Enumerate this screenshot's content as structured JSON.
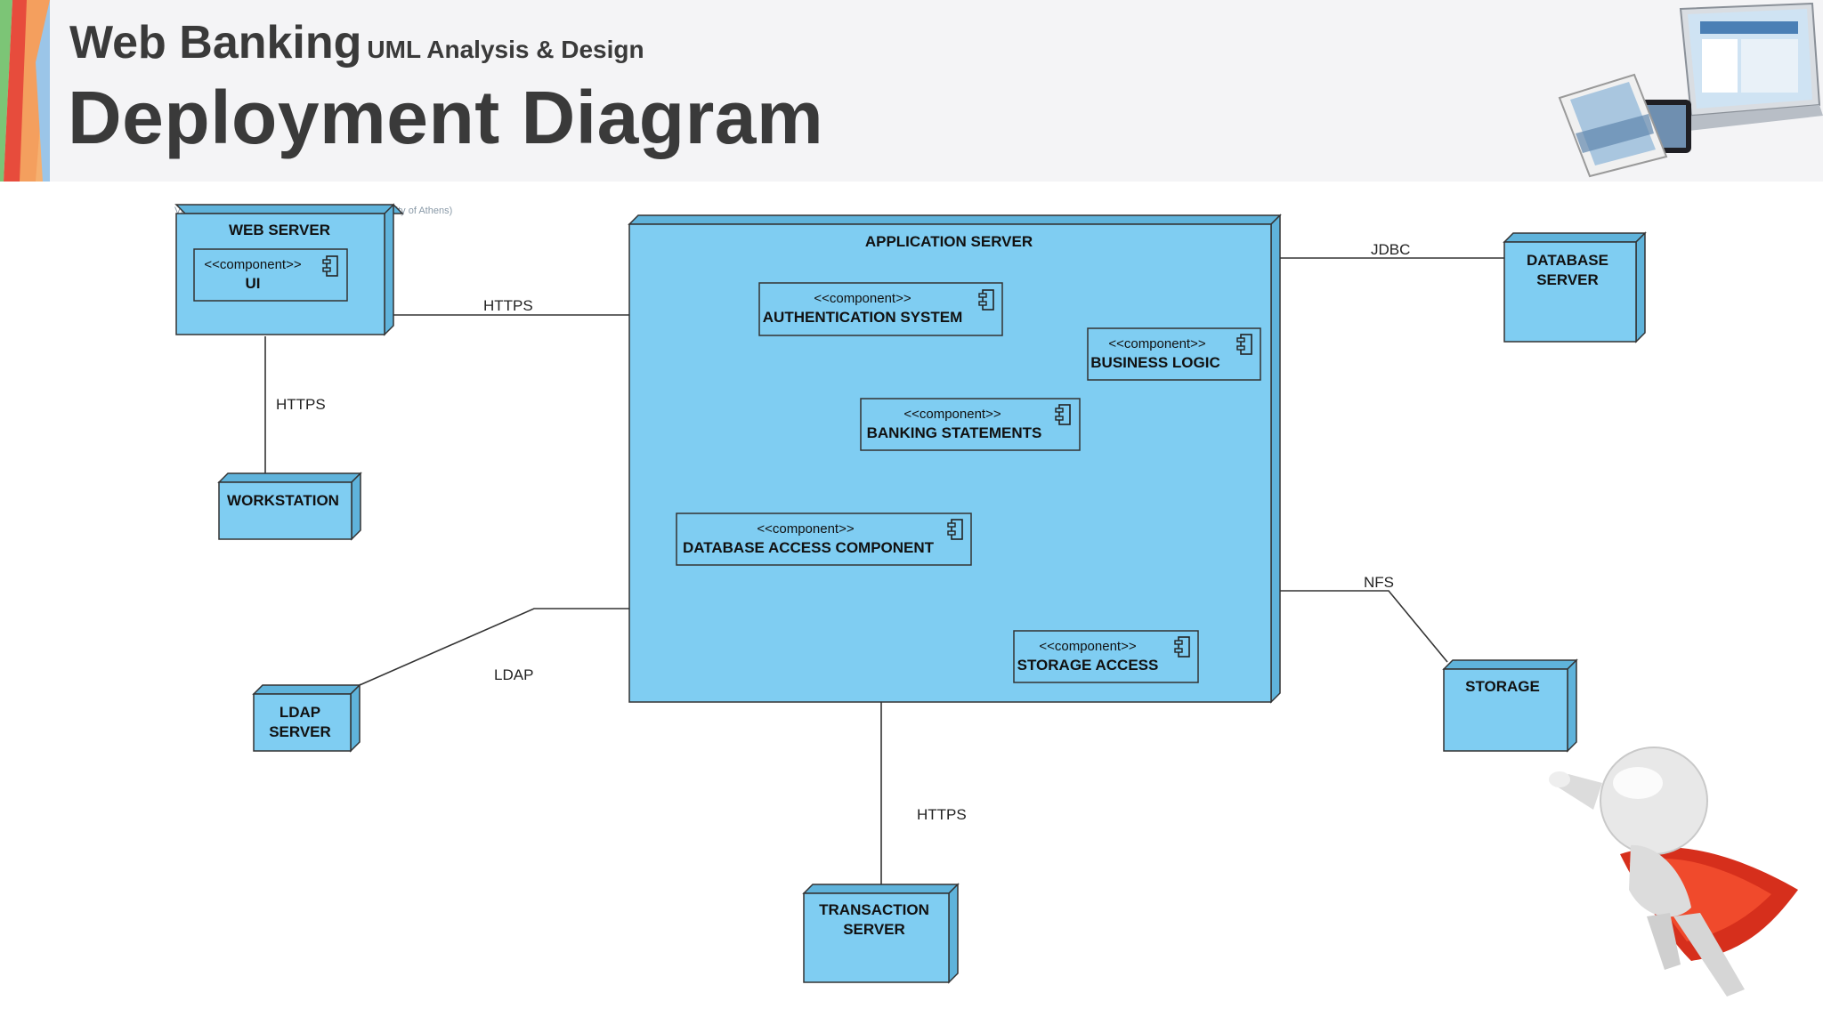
{
  "header": {
    "subject": "Web Banking",
    "subtitle": "UML Analysis & Design",
    "title": "Deployment Diagram"
  },
  "watermark": "Visual Paradigm Standard Edition(National University of Athens)",
  "colors": {
    "node_fill": "#7fcdf2",
    "node_side": "#5fb3db",
    "line": "#333333",
    "stripe": [
      "#7cc576",
      "#e74c3c",
      "#f5a862",
      "#9bc5e8"
    ]
  },
  "diagram": {
    "nodes": {
      "web_server": {
        "name": "WEB SERVER"
      },
      "application_server": {
        "name": "APPLICATION SERVER"
      },
      "database_server": {
        "name_line1": "DATABASE",
        "name_line2": "SERVER"
      },
      "workstation": {
        "name": "WORKSTATION"
      },
      "ldap_server": {
        "name_line1": "LDAP",
        "name_line2": "SERVER"
      },
      "storage": {
        "name": "STORAGE"
      },
      "transaction_server": {
        "name_line1": "TRANSACTION",
        "name_line2": "SERVER"
      }
    },
    "components": {
      "ui": {
        "stereotype": "<<component>>",
        "name": "UI"
      },
      "authentication_system": {
        "stereotype": "<<component>>",
        "name": "AUTHENTICATION SYSTEM"
      },
      "business_logic": {
        "stereotype": "<<component>>",
        "name": "BUSINESS LOGIC"
      },
      "banking_statements": {
        "stereotype": "<<component>>",
        "name": "BANKING STATEMENTS"
      },
      "database_access": {
        "stereotype": "<<component>>",
        "name": "DATABASE ACCESS COMPONENT"
      },
      "storage_access": {
        "stereotype": "<<component>>",
        "name": "STORAGE ACCESS"
      }
    },
    "connections": {
      "web_app": "HTTPS",
      "web_workstation": "HTTPS",
      "app_database": "JDBC",
      "app_storage": "NFS",
      "app_ldap": "LDAP",
      "app_transaction": "HTTPS"
    }
  },
  "decorations": {
    "devices_image": "phone-tablet-laptop-illustration",
    "mascot_image": "superhero-figure-with-red-cape"
  }
}
